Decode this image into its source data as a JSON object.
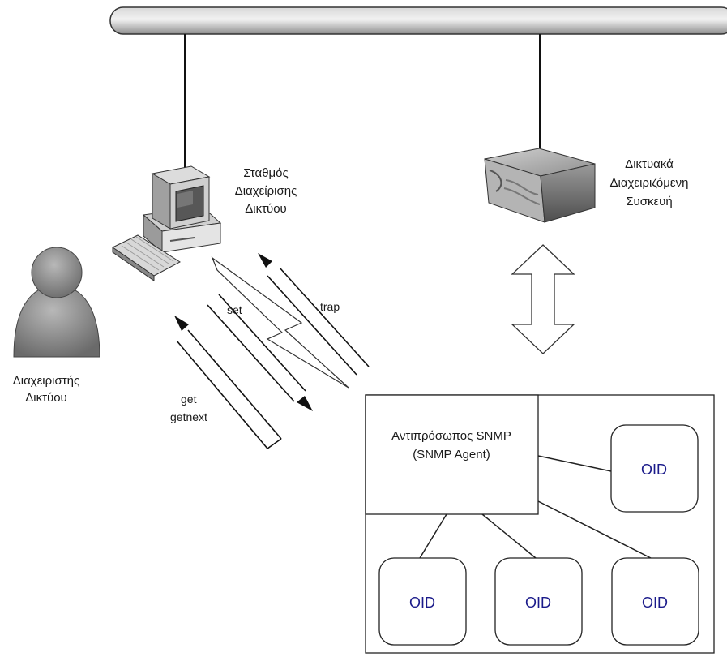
{
  "manager": {
    "line1": "Διαχειριστής",
    "line2": "Δικτύου"
  },
  "station": {
    "line1": "Σταθμός",
    "line2": "Διαχείρισης",
    "line3": "Δικτύου"
  },
  "device": {
    "line1": "Δικτυακά",
    "line2": "Διαχειριζόμενη",
    "line3": "Συσκευή"
  },
  "messages": {
    "trap": "trap",
    "set": "set",
    "get": "get",
    "getnext": "getnext"
  },
  "agent": {
    "line1": "Αντιπρόσωπος SNMP",
    "line2": "(SNMP Agent)"
  },
  "oid_label": "OID",
  "icons": {
    "network_bus": "network-bus",
    "user": "user-icon",
    "computer": "computer-icon",
    "device": "network-device-icon",
    "lightning": "lightning-icon",
    "double_arrow": "double-arrow-icon"
  },
  "colors": {
    "oid_text": "#1a1a8a",
    "oid_accent": "#c8102e"
  }
}
